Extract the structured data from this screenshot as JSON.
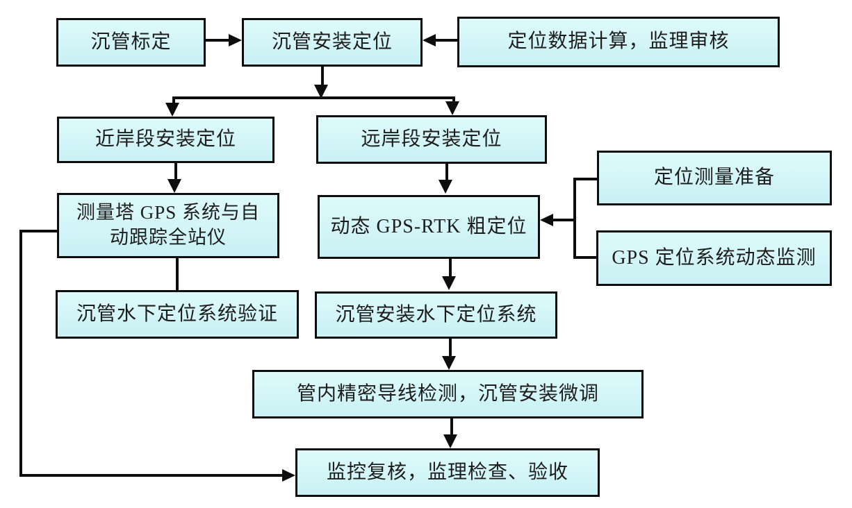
{
  "diagram": {
    "colors": {
      "background": "#ffffff",
      "box_fill": "#c9f1f4",
      "box_fill_top": "#defafb",
      "line": "#0d0d0d",
      "text": "#1d1d1d"
    },
    "nodes": {
      "calibration": {
        "label": "沉管标定"
      },
      "install_positioning": {
        "label": "沉管安装定位"
      },
      "data_calc_review": {
        "label": "定位数据计算，监理审核"
      },
      "nearshore_positioning": {
        "label": "近岸段安装定位"
      },
      "offshore_positioning": {
        "label": "远岸段安装定位"
      },
      "tower_gps_total_station": {
        "label": "测量塔 GPS 系统与自动跟踪全站仪",
        "line1": "测量塔 GPS 系统与自",
        "line2": "动跟踪全站仪"
      },
      "gps_rtk_rough": {
        "label": "动态 GPS-RTK 粗定位"
      },
      "survey_preparation": {
        "label": "定位测量准备"
      },
      "gps_dynamic_monitoring": {
        "label": "GPS 定位系统动态监测"
      },
      "underwater_verification": {
        "label": "沉管水下定位系统验证"
      },
      "underwater_positioning_system": {
        "label": "沉管安装水下定位系统"
      },
      "in_pipe_traverse": {
        "label": "管内精密导线检测，沉管安装微调"
      },
      "final_review": {
        "label": "监控复核，监理检查、验收"
      }
    }
  }
}
